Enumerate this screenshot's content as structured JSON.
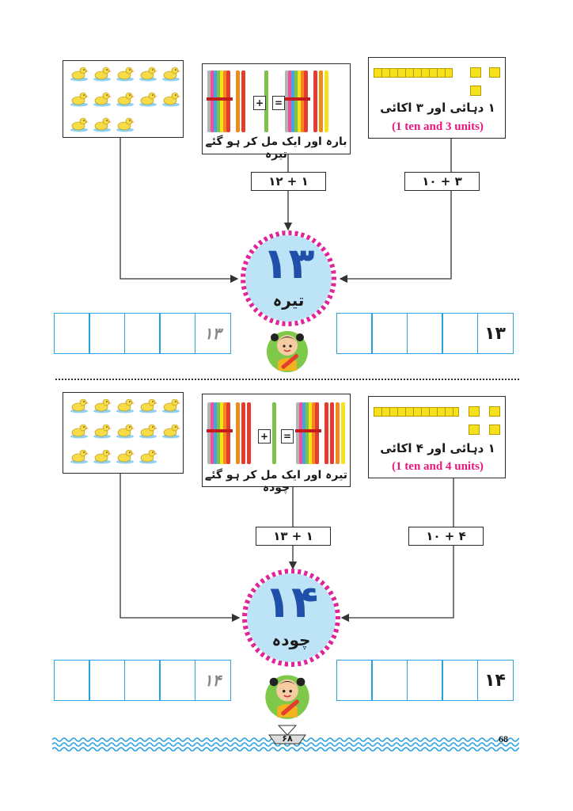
{
  "colors": {
    "accent_blue": "#2aa1e0",
    "circle_fill": "#bde3f7",
    "circle_border": "#e0249a",
    "pink_text": "#e8177d",
    "number_blue": "#1f4fa8"
  },
  "sections": [
    {
      "tens_units_urdu": "۱ دہائی اور ۳ اکائی",
      "tens_units_en": "(1 ten and 3 units)",
      "sticks_caption": "بارہ اور ایک مل کر ہو گئے تیرہ",
      "sticks_plus": "+",
      "sticks_equals": "=",
      "eq_left": "۱۰ + ۳",
      "eq_middle": "۱۲ + ۱",
      "number": "۱۳",
      "word": "تیرہ",
      "trace_glyph": "۱۳",
      "answer_glyph": "۱۳",
      "ducks": 13
    },
    {
      "tens_units_urdu": "۱ دہائی اور ۴ اکائی",
      "tens_units_en": "(1 ten and 4 units)",
      "sticks_caption": "تیرہ اور ایک مل کر ہو گئے چودہ",
      "sticks_plus": "+",
      "sticks_equals": "=",
      "eq_left": "۱۰ + ۴",
      "eq_middle": "۱۳ + ۱",
      "number": "۱۴",
      "word": "چودہ",
      "trace_glyph": "۱۴",
      "answer_glyph": "۱۴",
      "ducks": 14
    }
  ],
  "footer": {
    "urdu_page": "۶۸",
    "page_number": "68"
  }
}
